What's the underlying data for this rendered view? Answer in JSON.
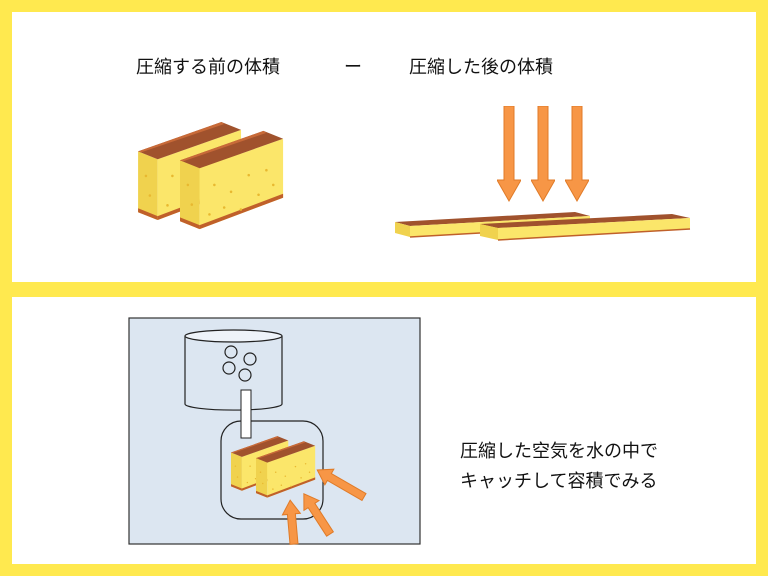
{
  "top": {
    "label_before": "圧縮する前の体積",
    "minus": "ー",
    "label_after": "圧縮した後の体積"
  },
  "bottom": {
    "caption_line1": "圧縮した空気を水の中で",
    "caption_line2": "キャッチして容積でみる"
  },
  "colors": {
    "background": "#FFE94F",
    "arrow": "#F79646",
    "cake_top": "#A0522D",
    "cake_body": "#FBE66A",
    "apparatus_bg": "#DCE6F1"
  }
}
